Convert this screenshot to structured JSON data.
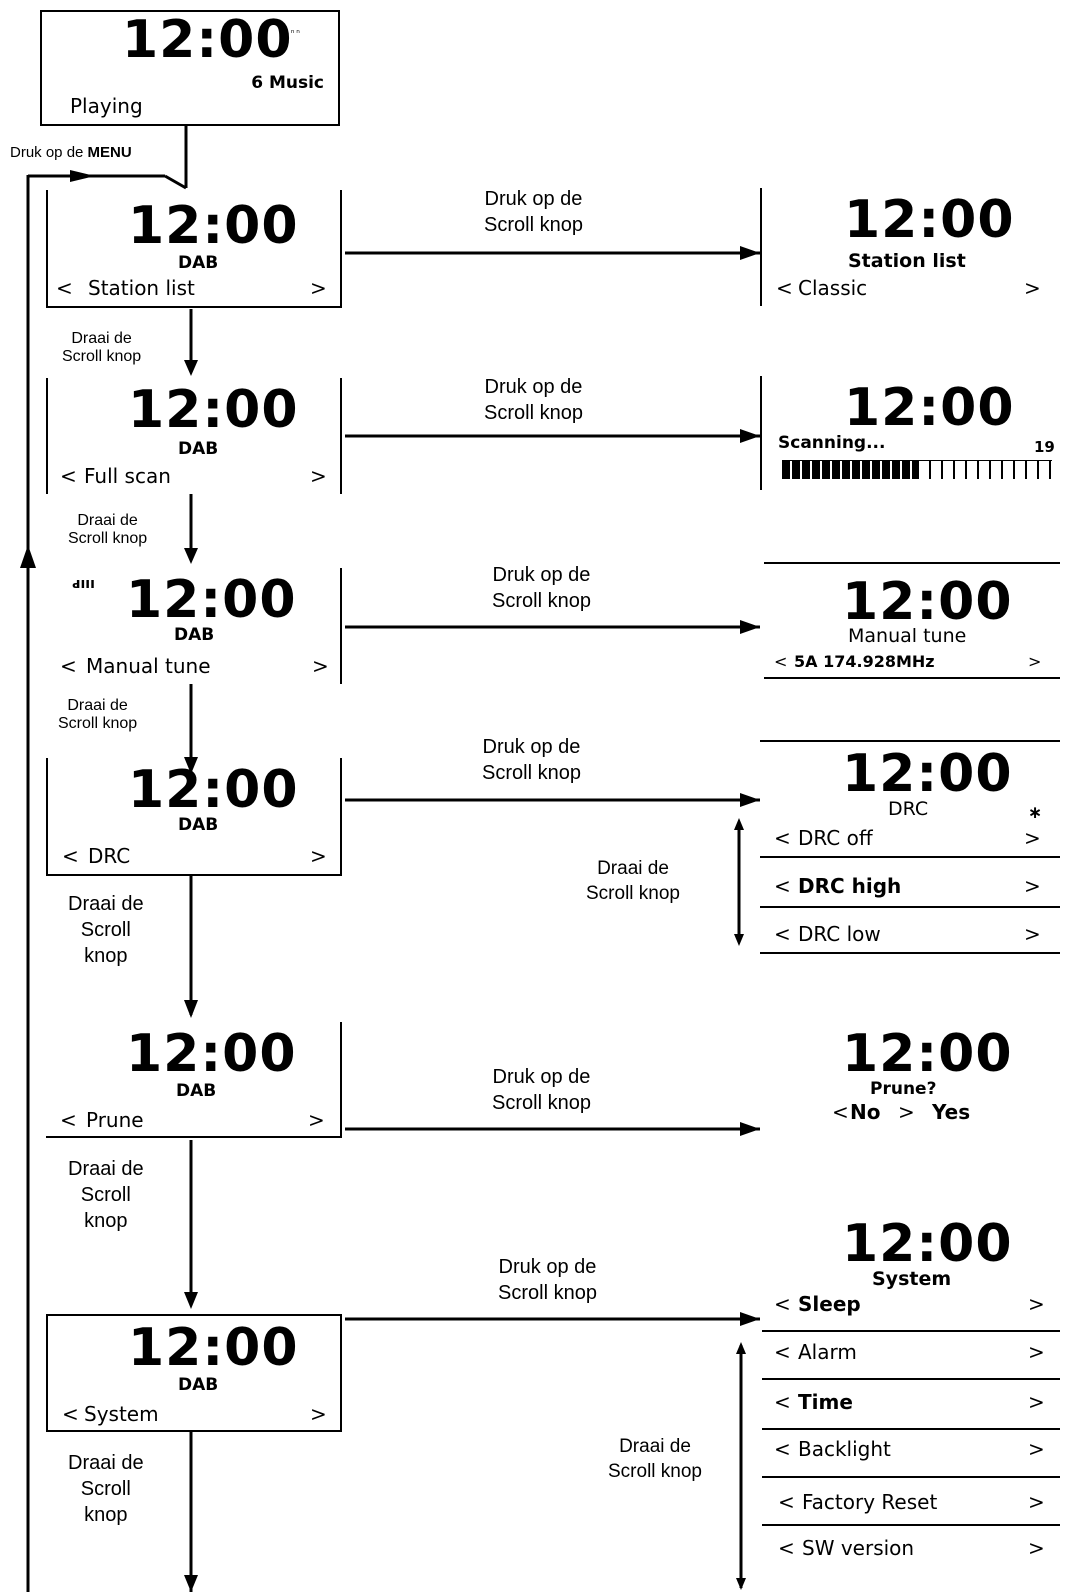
{
  "clock": "12:00",
  "home": {
    "station": "6 Music",
    "status": "Playing"
  },
  "press_menu": {
    "prefix": "Druk op de",
    "key": "MENU"
  },
  "press_scroll": [
    "Druk op de",
    "Scroll knop"
  ],
  "turn_scroll": [
    "Draai de",
    "Scroll knop"
  ],
  "turn_scroll3": [
    "Draai de",
    "Scroll",
    "knop"
  ],
  "mode": "DAB",
  "menu": {
    "station_list": "Station list",
    "full_scan": "Full scan",
    "manual_tune": "Manual tune",
    "drc": "DRC",
    "prune": "Prune",
    "system": "System"
  },
  "station_list_screen": {
    "title": "Station list",
    "item": "Classic"
  },
  "scan_screen": {
    "text": "Scanning...",
    "count": "19",
    "progress": 0.5
  },
  "manual_screen": {
    "title": "Manual tune",
    "channel": "5A  174.928MHz"
  },
  "drc_screen": {
    "title": "DRC",
    "items": [
      "DRC off",
      "DRC high",
      "DRC low"
    ]
  },
  "prune_screen": {
    "title": "Prune?",
    "no": "No",
    "yes": "Yes"
  },
  "system_screen": {
    "title": "System",
    "items": [
      "Sleep",
      "Alarm",
      "Time",
      "Backlight",
      "Factory Reset",
      "SW version"
    ]
  },
  "glyphs": {
    "left": "<",
    "right": ">",
    "signal": "ԁııı",
    "star": "∗"
  }
}
